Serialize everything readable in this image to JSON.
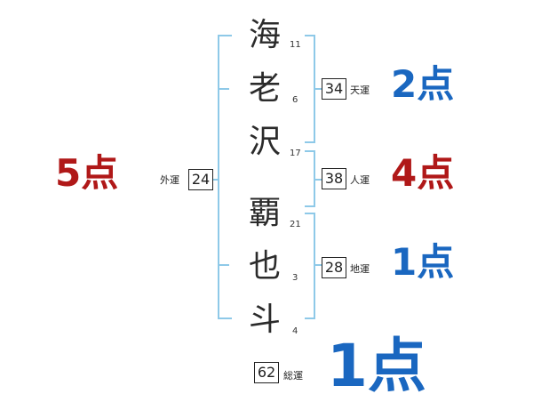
{
  "surname": [
    {
      "char": "海",
      "strokes": "11"
    },
    {
      "char": "老",
      "strokes": "6"
    },
    {
      "char": "沢",
      "strokes": "17"
    }
  ],
  "given": [
    {
      "char": "覇",
      "strokes": "21"
    },
    {
      "char": "也",
      "strokes": "3"
    },
    {
      "char": "斗",
      "strokes": "4"
    }
  ],
  "fortunes": {
    "tenun": {
      "label": "天運",
      "value": "34",
      "score": "2点",
      "color": "#1a67c0"
    },
    "jinun": {
      "label": "人運",
      "value": "38",
      "score": "4点",
      "color": "#b01818"
    },
    "chiun": {
      "label": "地運",
      "value": "28",
      "score": "1点",
      "color": "#1a67c0"
    },
    "gaiun": {
      "label": "外運",
      "value": "24",
      "score": "5点",
      "color": "#b01818"
    },
    "souun": {
      "label": "総運",
      "value": "62",
      "score": "1点",
      "color": "#1a67c0"
    }
  },
  "colors": {
    "bracket": "#8ec9e8",
    "blue": "#1a67c0",
    "red": "#b01818"
  }
}
